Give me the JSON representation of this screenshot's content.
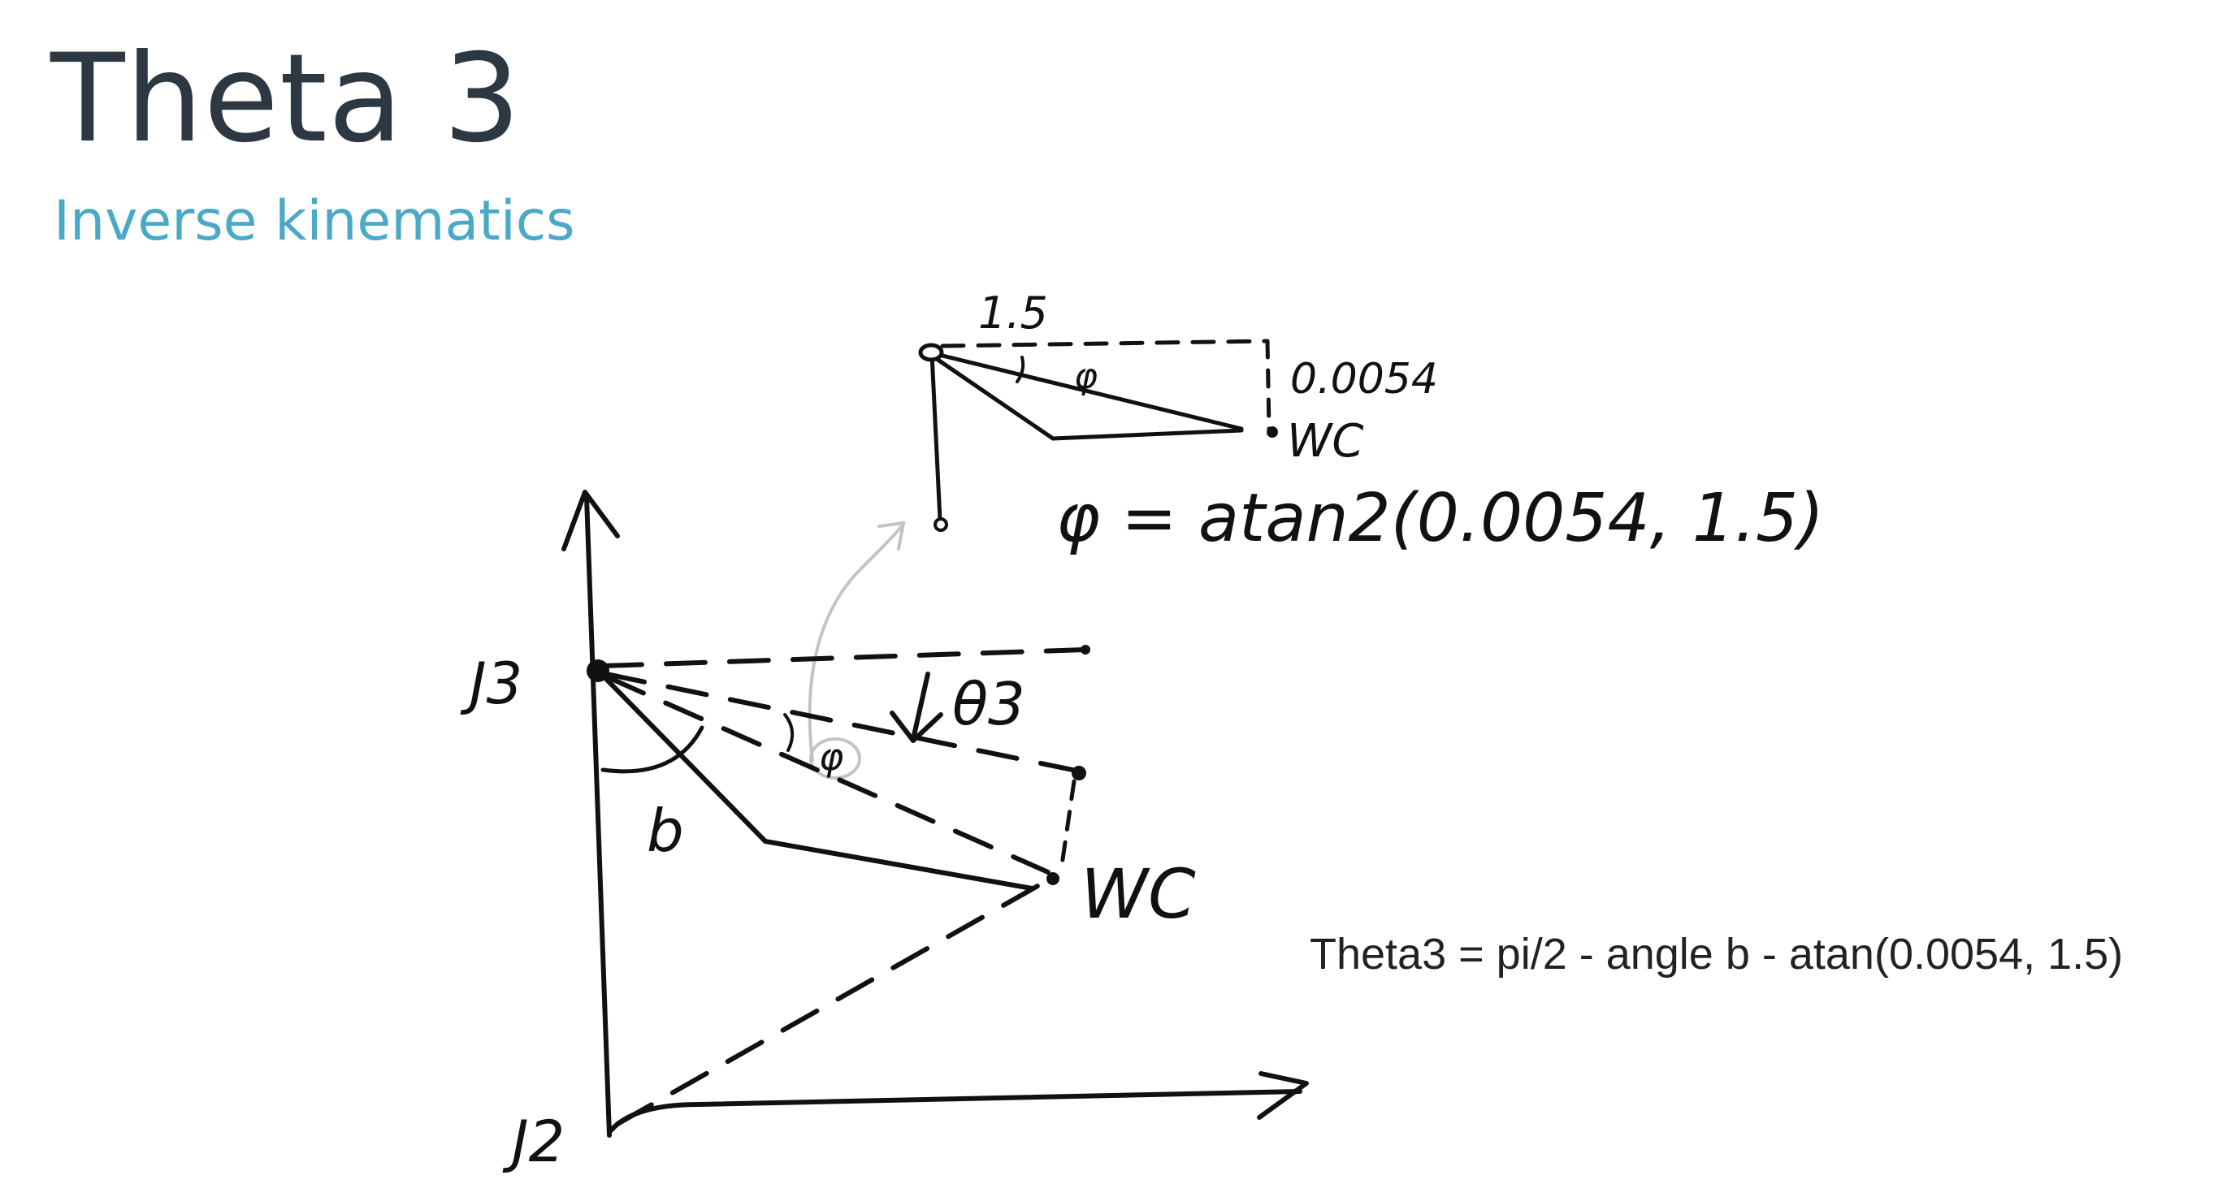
{
  "slide": {
    "title": "Theta 3",
    "subtitle": "Inverse kinematics",
    "formula": "Theta3 = pi/2 - angle b - atan(0.0054, 1.5)"
  },
  "sketch": {
    "inset": {
      "length_label": "1.5",
      "offset_label": "0.0054",
      "angle_label": "φ",
      "wc_label": "WC",
      "equation": "φ = atan2(0.0054, 1.5)"
    },
    "main": {
      "j3_label": "J3",
      "j2_label": "J2",
      "theta3_label": "θ3",
      "angle_phi_label": "φ",
      "angle_b_label": "b",
      "wc_label": "WC"
    }
  }
}
